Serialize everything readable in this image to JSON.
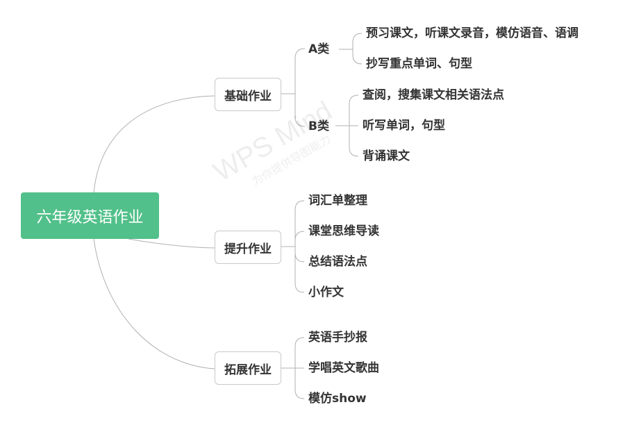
{
  "root": {
    "label": "六年级英语作业"
  },
  "branches": [
    {
      "label": "基础作业",
      "groups": [
        {
          "label": "A类",
          "items": [
            "预习课文，听课文录音，模仿语音、语调",
            "抄写重点单词、句型"
          ]
        },
        {
          "label": "B类",
          "items": [
            "查阅，搜集课文相关语法点",
            "听写单词，句型",
            "背诵课文"
          ]
        }
      ]
    },
    {
      "label": "提升作业",
      "items": [
        "词汇单整理",
        "课堂思维导读",
        "总结语法点",
        "小作文"
      ]
    },
    {
      "label": "拓展作业",
      "items": [
        "英语手抄报",
        "学唱英文歌曲",
        "模仿show"
      ]
    }
  ],
  "watermark": {
    "main": "WPS Mind",
    "sub": "为你提供导图能力"
  },
  "colors": {
    "root_fill": "#52c08a",
    "link": "#b0b0b0",
    "text": "#333333"
  }
}
